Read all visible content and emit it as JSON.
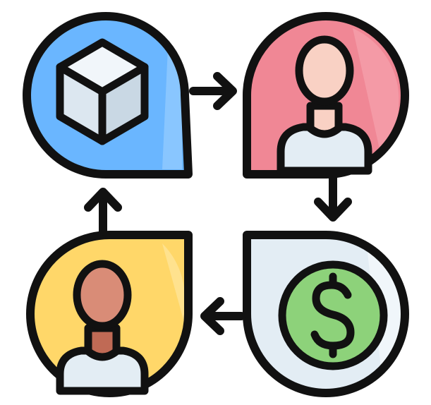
{
  "diagram": {
    "nodes": [
      {
        "id": "product",
        "icon": "cube-icon",
        "color": "#6AB6FF",
        "highlight": "#9FD0FF"
      },
      {
        "id": "seller",
        "icon": "person-icon",
        "color": "#F08795",
        "highlight": "#F7AAB5",
        "skin": "#F9D1C4"
      },
      {
        "id": "payment",
        "icon": "dollar-coin-icon",
        "color": "#E3EDF4",
        "highlight": "#F3F8FB",
        "coin": "#8DD27A"
      },
      {
        "id": "buyer",
        "icon": "person-icon",
        "color": "#FFD769",
        "highlight": "#FFE79E",
        "skin": "#D98C77"
      }
    ],
    "edges": [
      {
        "from": "product",
        "to": "seller",
        "direction": "right"
      },
      {
        "from": "seller",
        "to": "payment",
        "direction": "down"
      },
      {
        "from": "payment",
        "to": "buyer",
        "direction": "left"
      },
      {
        "from": "buyer",
        "to": "product",
        "direction": "up"
      }
    ],
    "stroke_color": "#111111",
    "shirt_color": "#E3EDF4"
  }
}
